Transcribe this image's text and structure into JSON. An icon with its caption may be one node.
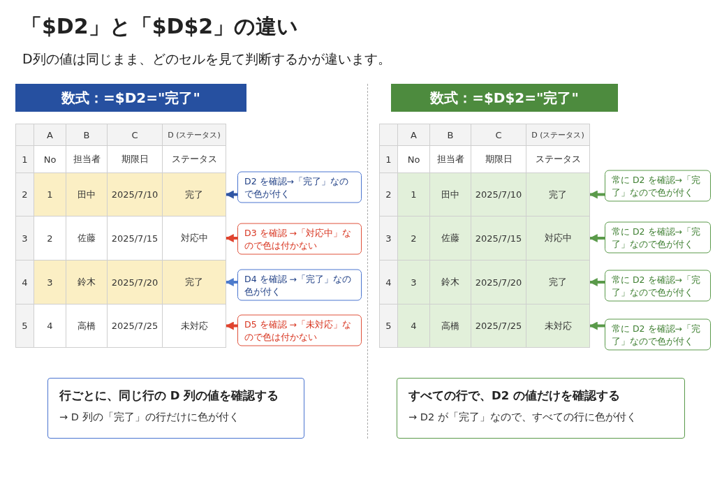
{
  "diagram": {
    "title": "「$D2」と「$D$2」の違い",
    "nodes": [
      {
        "text": [
          "数式：=$D2=\"完了\""
        ]
      },
      {
        "text": [
          "完了"
        ]
      },
      {
        "text": [
          "D2 を確認→「完了」なので色が付く"
        ]
      },
      {
        "text": [
          "対応中"
        ]
      },
      {
        "text": [
          "D3 を確認 →「対応中」なので色は付かない"
        ]
      },
      {
        "text": [
          "完了"
        ]
      },
      {
        "text": [
          "D4 を確認 →「完了」なの色が付く"
        ]
      },
      {
        "text": [
          "未対応"
        ]
      },
      {
        "text": [
          "D5 を確認 →「未対応」なので色は付かない"
        ]
      },
      {
        "text": [
          "数式：=$D$2=\"完了\""
        ]
      },
      {
        "text": [
          "完了"
        ]
      },
      {
        "text": [
          "常に D2 を確認→「完了」なので色が付く"
        ]
      },
      {
        "text": [
          "対応中"
        ]
      },
      {
        "text": [
          "常に D2 を確認→「完了」なので色が付く"
        ]
      },
      {
        "text": [
          "完了"
        ]
      },
      {
        "text": [
          "常に D2 を確認→「完了」なので色が付く"
        ]
      },
      {
        "text": [
          "未対応"
        ]
      },
      {
        "text": [
          "常に D2 を確認→「完了」なので色が付く"
        ]
      },
      {
        "text": [
          "行ごとに、同じ行の D 列の値を確認する",
          "→ D 列の「完了」の行だけに色が付く"
        ]
      },
      {
        "text": [
          "すべての行で、D2 の値だけを確認する",
          "→ D2 が「完了」なので、すべての行に色が付く"
        ]
      }
    ],
    "edges": [
      {
        "from": 2,
        "to": 1,
        "arrow": "to",
        "color": "#2f55a4"
      },
      {
        "from": 4,
        "to": 3,
        "arrow": "to",
        "color": "#e0442f"
      },
      {
        "from": 6,
        "to": 5,
        "arrow": "to",
        "color": "#4d7bcc"
      },
      {
        "from": 8,
        "to": 7,
        "arrow": "to",
        "color": "#e0442f"
      },
      {
        "from": 11,
        "to": 10,
        "arrow": "to"
      },
      {
        "from": 13,
        "to": 12,
        "arrow": "to"
      },
      {
        "from": 15,
        "to": 14,
        "arrow": "to"
      },
      {
        "from": 17,
        "to": 16,
        "arrow": "to"
      }
    ],
    "labels": [
      "D列の値は同じまま、どのセルを見て判断するかが違います。",
      "A",
      "B",
      "C",
      "D (ステータス)",
      "1",
      "No",
      "担当者",
      "期限日",
      "ステータス",
      "2",
      "1",
      "田中",
      "2025/7/10",
      "3",
      "2",
      "佐藤",
      "2025/7/15",
      "4",
      "3",
      "鈴木",
      "2025/7/20",
      "5",
      "4",
      "高橋",
      "2025/7/25",
      "A",
      "B",
      "C",
      "D (ステータス)",
      "1",
      "No",
      "担当者",
      "期限日",
      "ステータス",
      "2",
      "1",
      "田中",
      "2025/7/10",
      "3",
      "2",
      "佐藤",
      "2025/7/15",
      "4",
      "3",
      "鈴木",
      "2025/7/20",
      "5",
      "4",
      "高橋",
      "2025/7/25"
    ]
  }
}
